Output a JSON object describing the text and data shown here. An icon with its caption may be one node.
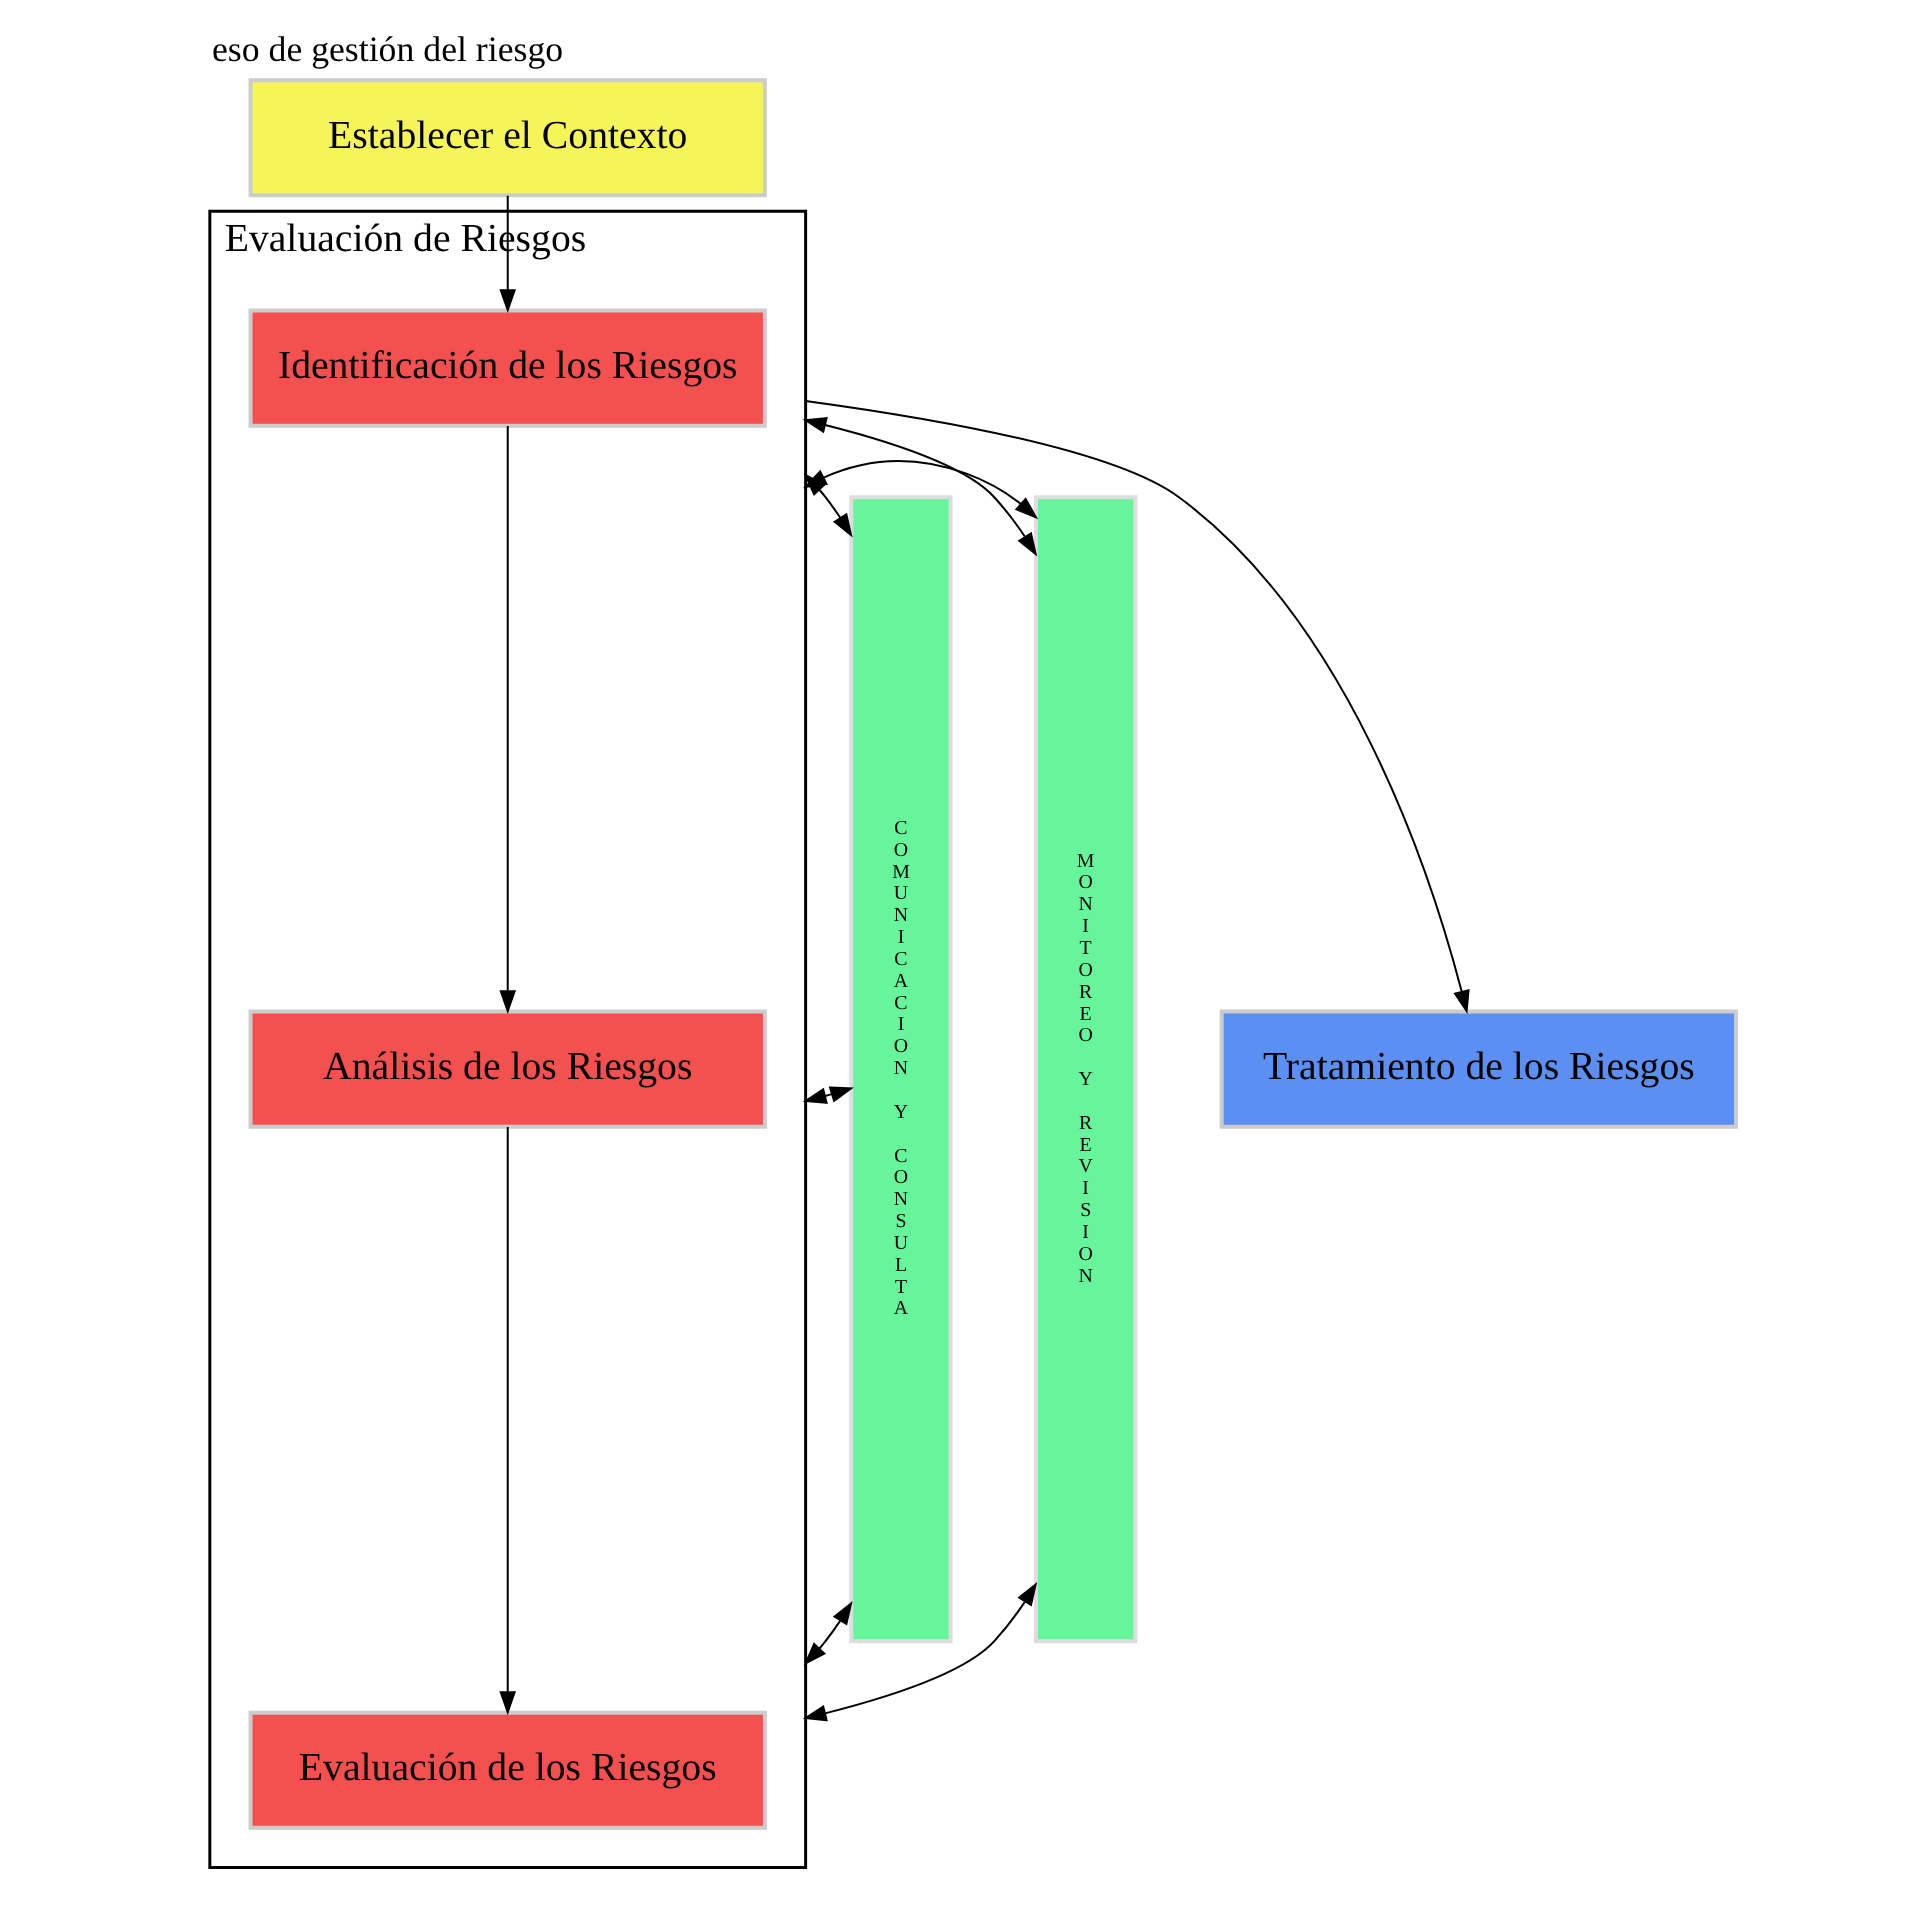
{
  "diagram": {
    "title": "eso de gestión del riesgo",
    "nodes": [
      {
        "text": [
          "Establecer el Contexto"
        ]
      },
      {
        "text": [
          "COMUNICACION Y CONSULTA"
        ]
      },
      {
        "text": [
          "MONITOREO Y REVISION"
        ]
      },
      {
        "text": [
          "Evaluación de Riesgos"
        ]
      },
      {
        "text": [
          "Identificación de los Riesgos"
        ],
        "in": 3
      },
      {
        "text": [
          "Análisis de los Riesgos"
        ],
        "in": 3
      },
      {
        "text": [
          "Evaluación de los Riesgos"
        ],
        "in": 3
      },
      {
        "text": [
          "Tratamiento de los Riesgos"
        ]
      }
    ],
    "edges": [
      {
        "from": 0,
        "to": 4,
        "arrow": "to"
      },
      {
        "from": 4,
        "to": 5,
        "arrow": "to"
      },
      {
        "from": 5,
        "to": 6,
        "arrow": "to"
      },
      {
        "from": 3,
        "to": 7,
        "arrow": "to"
      },
      {
        "from": 1,
        "to": 3,
        "arrow": "both"
      },
      {
        "from": 1,
        "to": 3,
        "arrow": "both"
      },
      {
        "from": 1,
        "to": 3,
        "arrow": "both"
      },
      {
        "from": 3,
        "to": 2,
        "arrow": "both"
      },
      {
        "from": 3,
        "to": 2,
        "arrow": "both"
      },
      {
        "from": 3,
        "to": 2,
        "arrow": "both"
      }
    ]
  }
}
